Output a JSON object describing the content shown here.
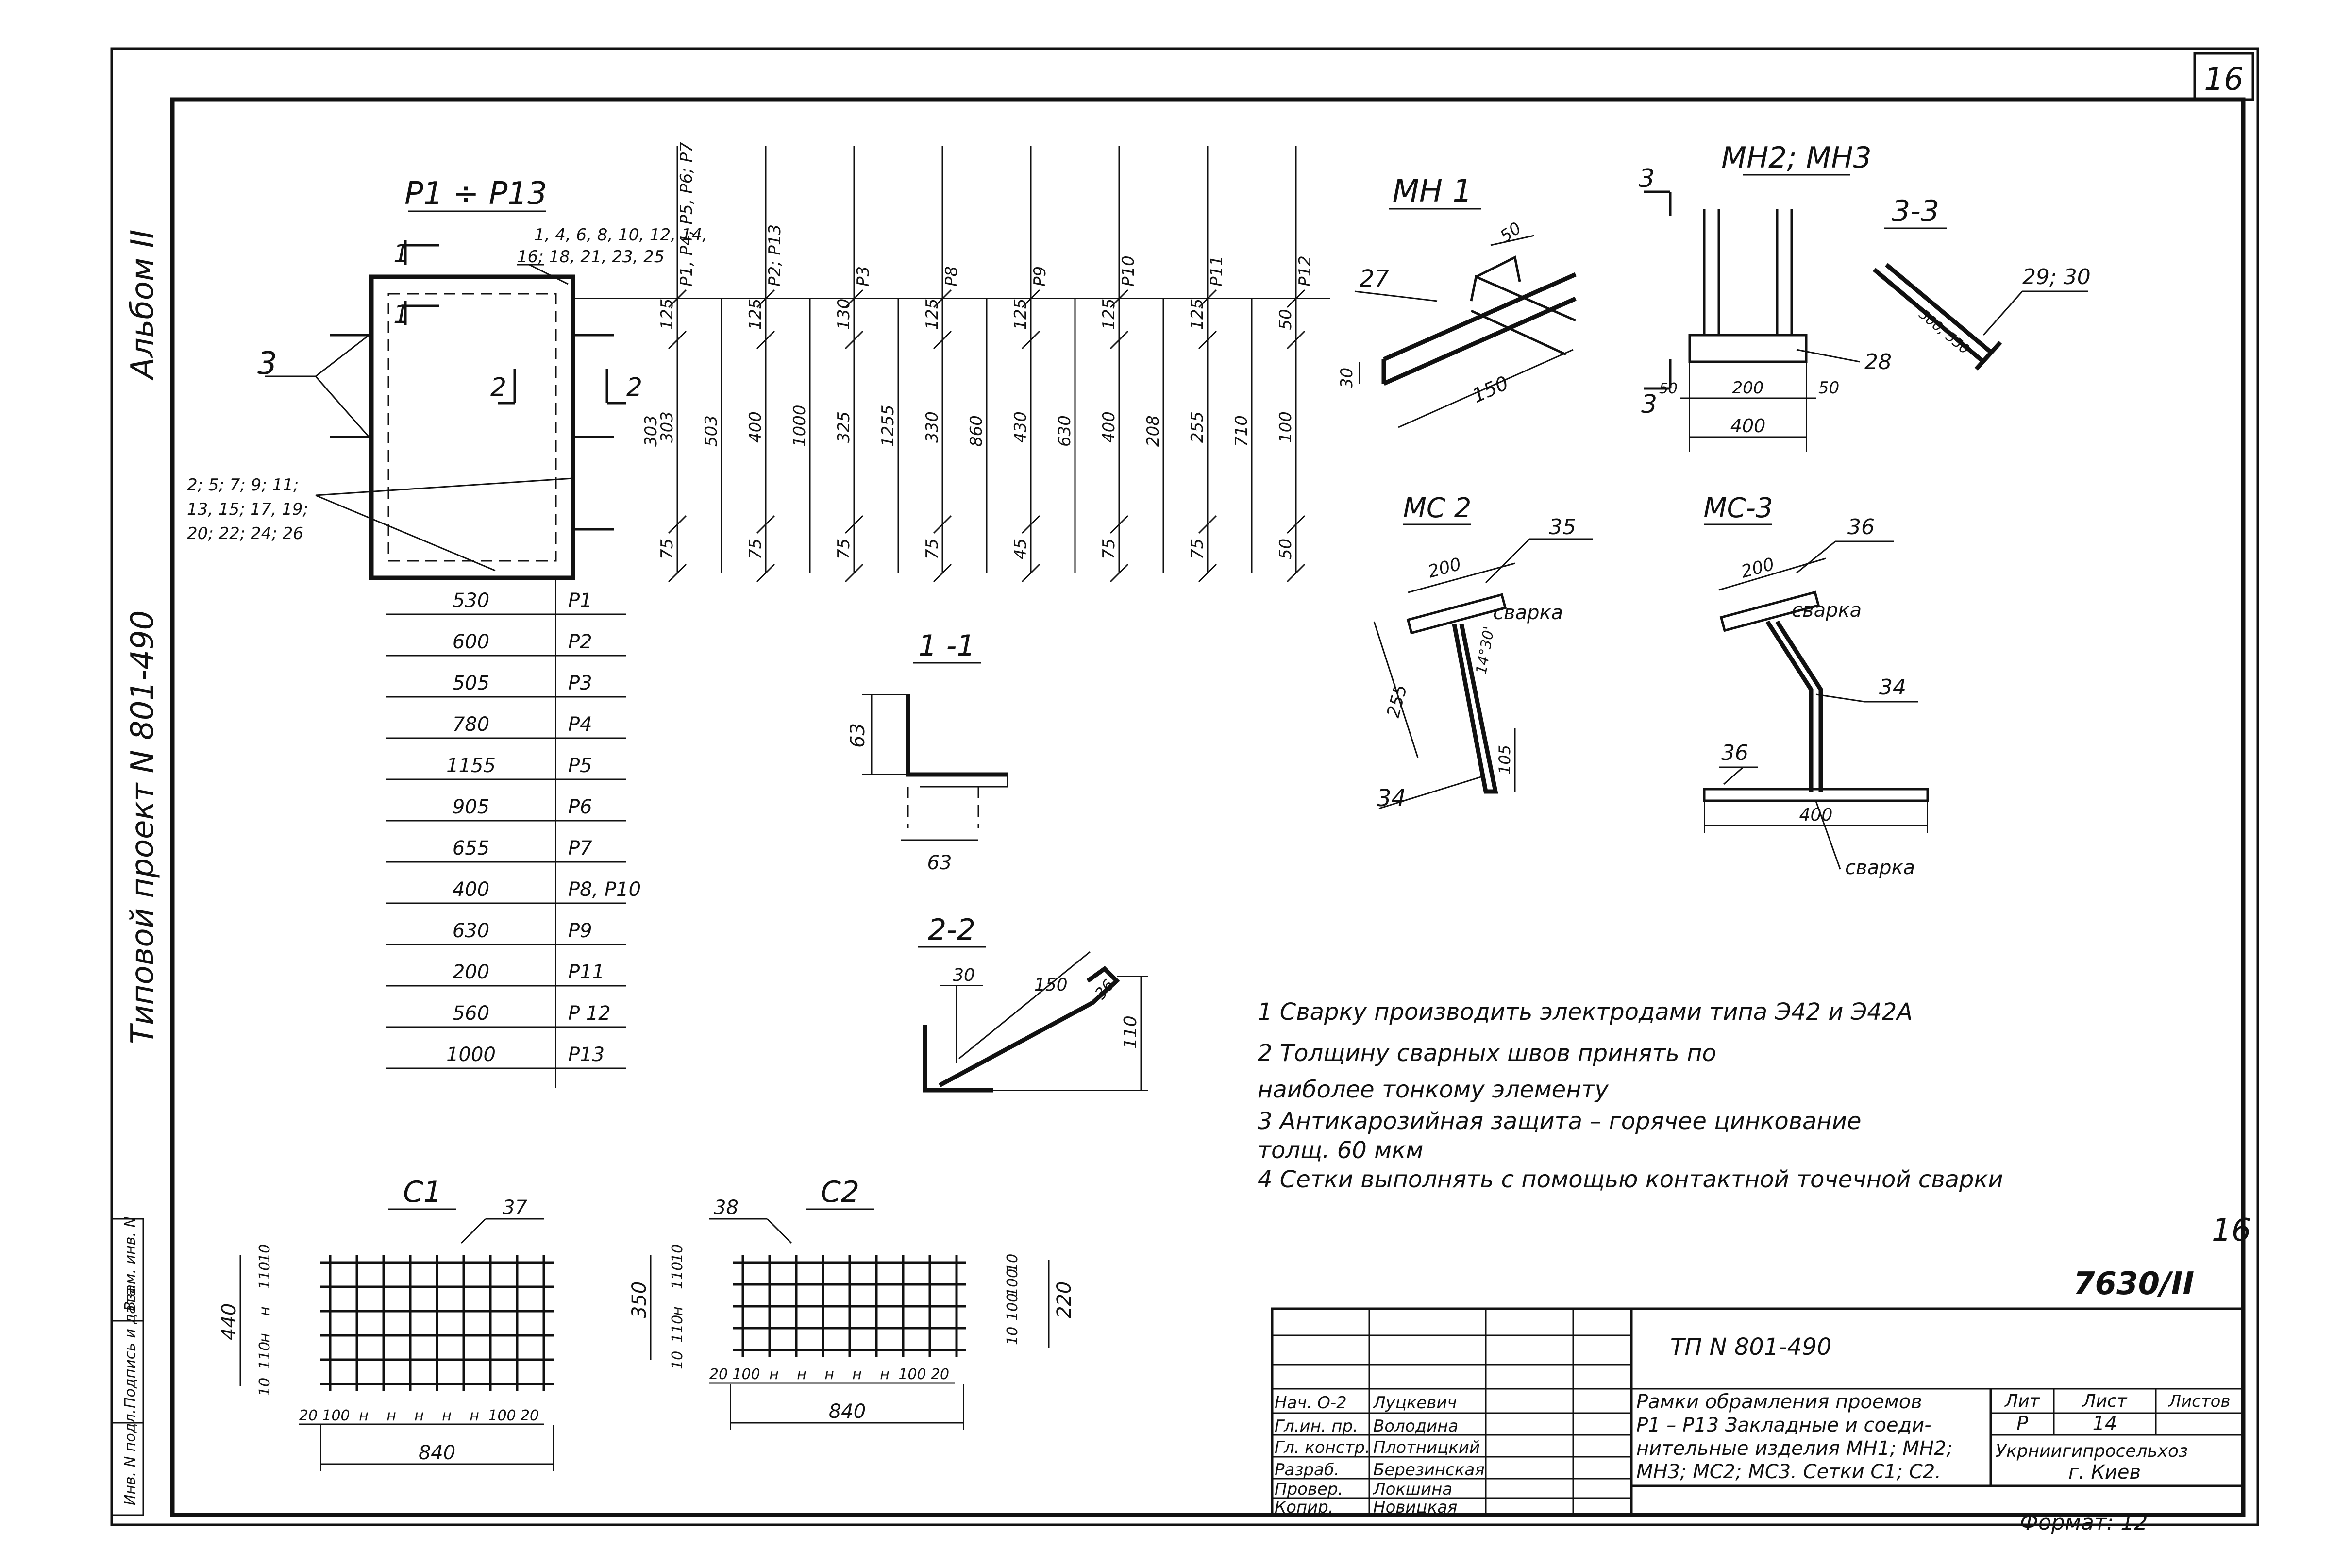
{
  "sheet": {
    "page_number": "16",
    "album_label": "Альбом II",
    "project_label": "Типовой проект N 801-490",
    "side_stamp": [
      "Инв. N подл.",
      "Подпись и дата",
      "Взам. инв. N"
    ]
  },
  "frames": {
    "title": "Р1 ÷ Р13",
    "leader_top": [
      "1, 4, 6, 8, 10, 12, 14,",
      "16; 18, 21, 23, 25"
    ],
    "leader_left": [
      "2; 5; 7; 9; 11;",
      "13, 15; 17, 19;",
      "20; 22; 24; 26"
    ],
    "mark_3": "3",
    "section_1": "1",
    "section_2": "2",
    "columns": [
      {
        "label": "Р1, Р4, Р5, Р6; Р7",
        "dims": [
          "125",
          "303",
          "75"
        ]
      },
      {
        "label": "Р2; Р13",
        "dims": [
          "125",
          "400",
          "75"
        ],
        "total": "503"
      },
      {
        "label": "Р3",
        "dims": [
          "130",
          "325",
          "75"
        ],
        "total": "1000"
      },
      {
        "label": "Р8",
        "dims": [
          "125",
          "330",
          "75"
        ],
        "total": "1255"
      },
      {
        "label": "Р9",
        "dims": [
          "125",
          "430",
          "45"
        ],
        "total": "860"
      },
      {
        "label": "Р10",
        "dims": [
          "125",
          "400",
          "75"
        ],
        "total": "630"
      },
      {
        "label": "Р11",
        "dims": [
          "125",
          "255",
          "75"
        ],
        "total": "208"
      },
      {
        "label": "Р12",
        "dims": [
          "50",
          "100",
          "50"
        ],
        "total": "710"
      }
    ],
    "width_table": [
      {
        "value": "530",
        "mark": "Р1"
      },
      {
        "value": "600",
        "mark": "Р2"
      },
      {
        "value": "505",
        "mark": "Р3"
      },
      {
        "value": "780",
        "mark": "Р4"
      },
      {
        "value": "1155",
        "mark": "Р5"
      },
      {
        "value": "905",
        "mark": "Р6"
      },
      {
        "value": "655",
        "mark": "Р7"
      },
      {
        "value": "400",
        "mark": "Р8, Р10"
      },
      {
        "value": "630",
        "mark": "Р9"
      },
      {
        "value": "200",
        "mark": "Р11"
      },
      {
        "value": "560",
        "mark": "Р 12"
      },
      {
        "value": "1000",
        "mark": "Р13"
      }
    ]
  },
  "section_11": {
    "title": "1 -1",
    "dim_h": "63",
    "dim_w": "63"
  },
  "section_22": {
    "title": "2-2",
    "dims": [
      "30",
      "150",
      "36",
      "110"
    ]
  },
  "mn1": {
    "title": "МН 1",
    "pos": "27",
    "dims": [
      "50",
      "30",
      "150"
    ]
  },
  "mn2": {
    "title": "МН2; МН3",
    "pos": "28",
    "mark": "3",
    "dims": [
      "50",
      "200",
      "50",
      "400"
    ]
  },
  "sec33": {
    "title": "3-3",
    "pos": "29; 30",
    "dim": "500; 550"
  },
  "ms2": {
    "title": "МС 2",
    "pos_top": "35",
    "pos_bottom": "34",
    "dims": [
      "200",
      "255",
      "105",
      "14°30'"
    ],
    "weld": "сварка"
  },
  "ms3": {
    "title": "МС-3",
    "pos_top": "36",
    "pos_mid": "34",
    "pos_bottom": "36",
    "dims": [
      "200",
      "400"
    ],
    "weld": "сварка"
  },
  "notes": [
    "1  Сварку производить электродами типа Э42 и Э42А",
    "2  Толщину сварных швов принять по",
    "    наиболее тонкому элементу",
    "3  Антикарозийная защита – горячее цинкование",
    "    толщ. 60 мкм",
    "4  Сетки выполнять с помощью контактной точечной сварки"
  ],
  "c1": {
    "title": "С1",
    "pos": "37",
    "dims_left": [
      "10",
      "110",
      "н",
      "н",
      "110",
      "10"
    ],
    "overall_h": "440",
    "dims_bottom": [
      "20",
      "100",
      "н",
      "н",
      "н",
      "н",
      "н",
      "100",
      "20"
    ],
    "overall_w": "840"
  },
  "c2": {
    "title": "С2",
    "pos": "38",
    "dims_left": [
      "10",
      "110",
      "н",
      "110",
      "10"
    ],
    "overall_h": "350",
    "dims_right": [
      "10",
      "100",
      "100",
      "10"
    ],
    "overall_right": "220",
    "dims_bottom": [
      "20",
      "100",
      "н",
      "н",
      "н",
      "н",
      "н",
      "100",
      "20"
    ],
    "overall_w": "840"
  },
  "drawing_ref": {
    "sheet": "16",
    "code": "7630/II"
  },
  "titleblock": {
    "project": "ТП N 801-490",
    "desc": [
      "Рамки обрамления проемов",
      "Р1 – Р13  Закладные и соеди-",
      "нительные изделия МН1; МН2;",
      "МН3; МС2; МС3. Сетки С1; С2."
    ],
    "roles": [
      {
        "role": "Нач. О-2",
        "name": "Луцкевич"
      },
      {
        "role": "Гл.ин. пр.",
        "name": "Володина"
      },
      {
        "role": "Гл. констр.",
        "name": "Плотницкий"
      },
      {
        "role": "Разраб.",
        "name": "Березинская"
      },
      {
        "role": "Провер.",
        "name": "Локшина"
      },
      {
        "role": "Копир.",
        "name": "Новицкая"
      }
    ],
    "stage_h": "Лит",
    "sheet_h": "Лист",
    "sheets_h": "Листов",
    "stage": "Р",
    "sheet_no": "14",
    "org": [
      "Укрниигипросельхоз",
      "г. Киев"
    ],
    "format": "Формат: 12"
  }
}
